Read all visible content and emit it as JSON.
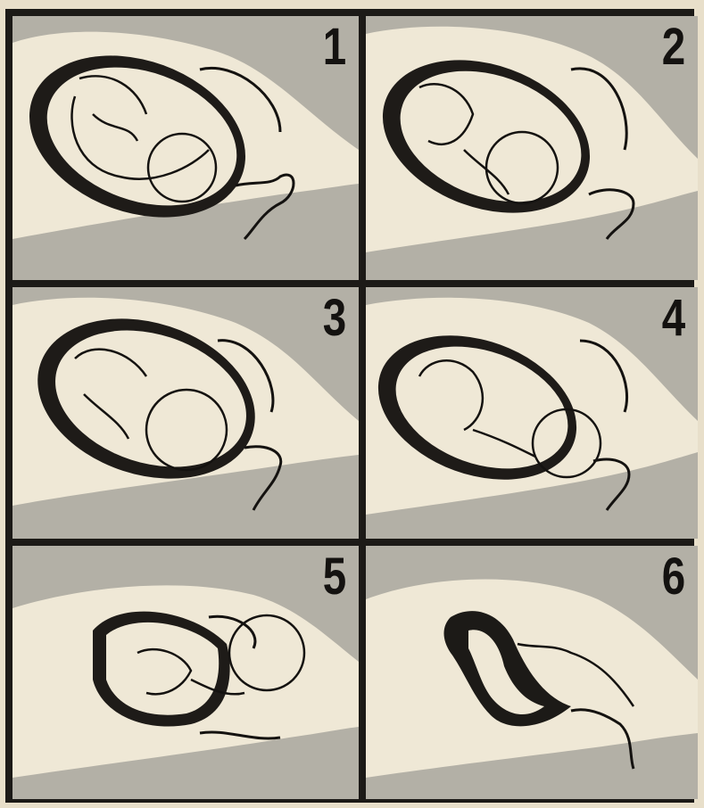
{
  "panels": [
    {
      "number": "1",
      "icon": "fetus-in-womb-icon"
    },
    {
      "number": "2",
      "icon": "fetus-in-womb-icon"
    },
    {
      "number": "3",
      "icon": "fetus-head-engaged-icon"
    },
    {
      "number": "4",
      "icon": "fetus-crowning-icon"
    },
    {
      "number": "5",
      "icon": "baby-emerging-icon"
    },
    {
      "number": "6",
      "icon": "empty-uterus-placenta-icon"
    }
  ],
  "colors": {
    "paper": "#ece3cf",
    "frame": "#1c1a17",
    "shade": "#b3b0a6",
    "body": "#efe8d6",
    "ink": "#141210"
  }
}
